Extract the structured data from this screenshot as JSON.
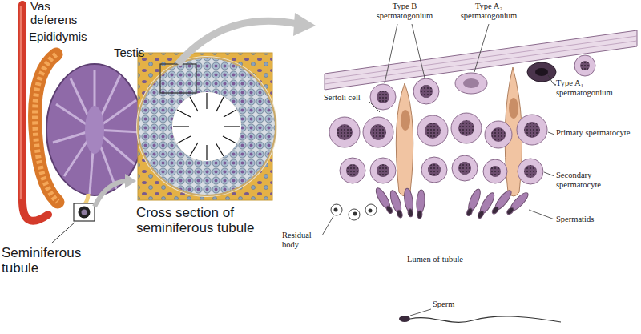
{
  "diagram": {
    "labels": [
      "Vas deferens",
      "Epididymis",
      "Testis",
      "Seminiferous tubule",
      "Cross section of seminiferous tubule",
      "Type B spermatogonium",
      "Type A₂ spermatogonium",
      "Sertoli cell",
      "Type A₁ spermatogonium",
      "Primary spermatocyte",
      "Secondary spermatocyte",
      "Residual body",
      "Spermatids",
      "Lumen of tubule",
      "Sperm"
    ]
  }
}
